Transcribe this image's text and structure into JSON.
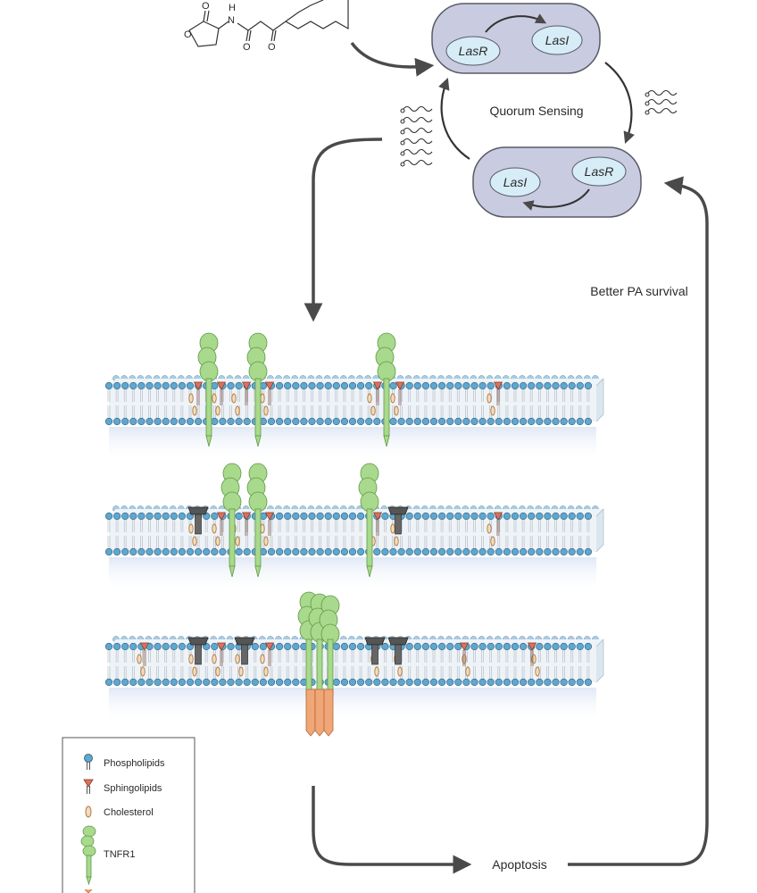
{
  "quorum_sensing": {
    "label": "Quorum Sensing",
    "cell_top": {
      "receptor": "LasR",
      "synthase": "LasI"
    },
    "cell_bottom": {
      "receptor": "LasR",
      "synthase": "LasI"
    }
  },
  "labels": {
    "better_survival": "Better PA survival",
    "apoptosis": "Apoptosis"
  },
  "legend": {
    "items": [
      {
        "key": "phospholipids",
        "label": "Phospholipids"
      },
      {
        "key": "sphingolipids",
        "label": "Sphingolipids"
      },
      {
        "key": "cholesterol",
        "label": "Cholesterol"
      },
      {
        "key": "tnfr1",
        "label": "TNFR1"
      }
    ]
  },
  "colors": {
    "cell_fill": "#c9cbe0",
    "cell_stroke": "#5a5a66",
    "protein_fill": "#d6ecf6",
    "phospholipid_head": "#5ea7cf",
    "sphingolipid_head": "#e0705a",
    "cholesterol": "#d9a36b",
    "tnfr1": "#a9d98c",
    "tnfr1_stroke": "#5e9a48",
    "ceramide_platform": "#555555",
    "signal_adaptor": "#f0a676",
    "arrow": "#4a4a4a"
  }
}
